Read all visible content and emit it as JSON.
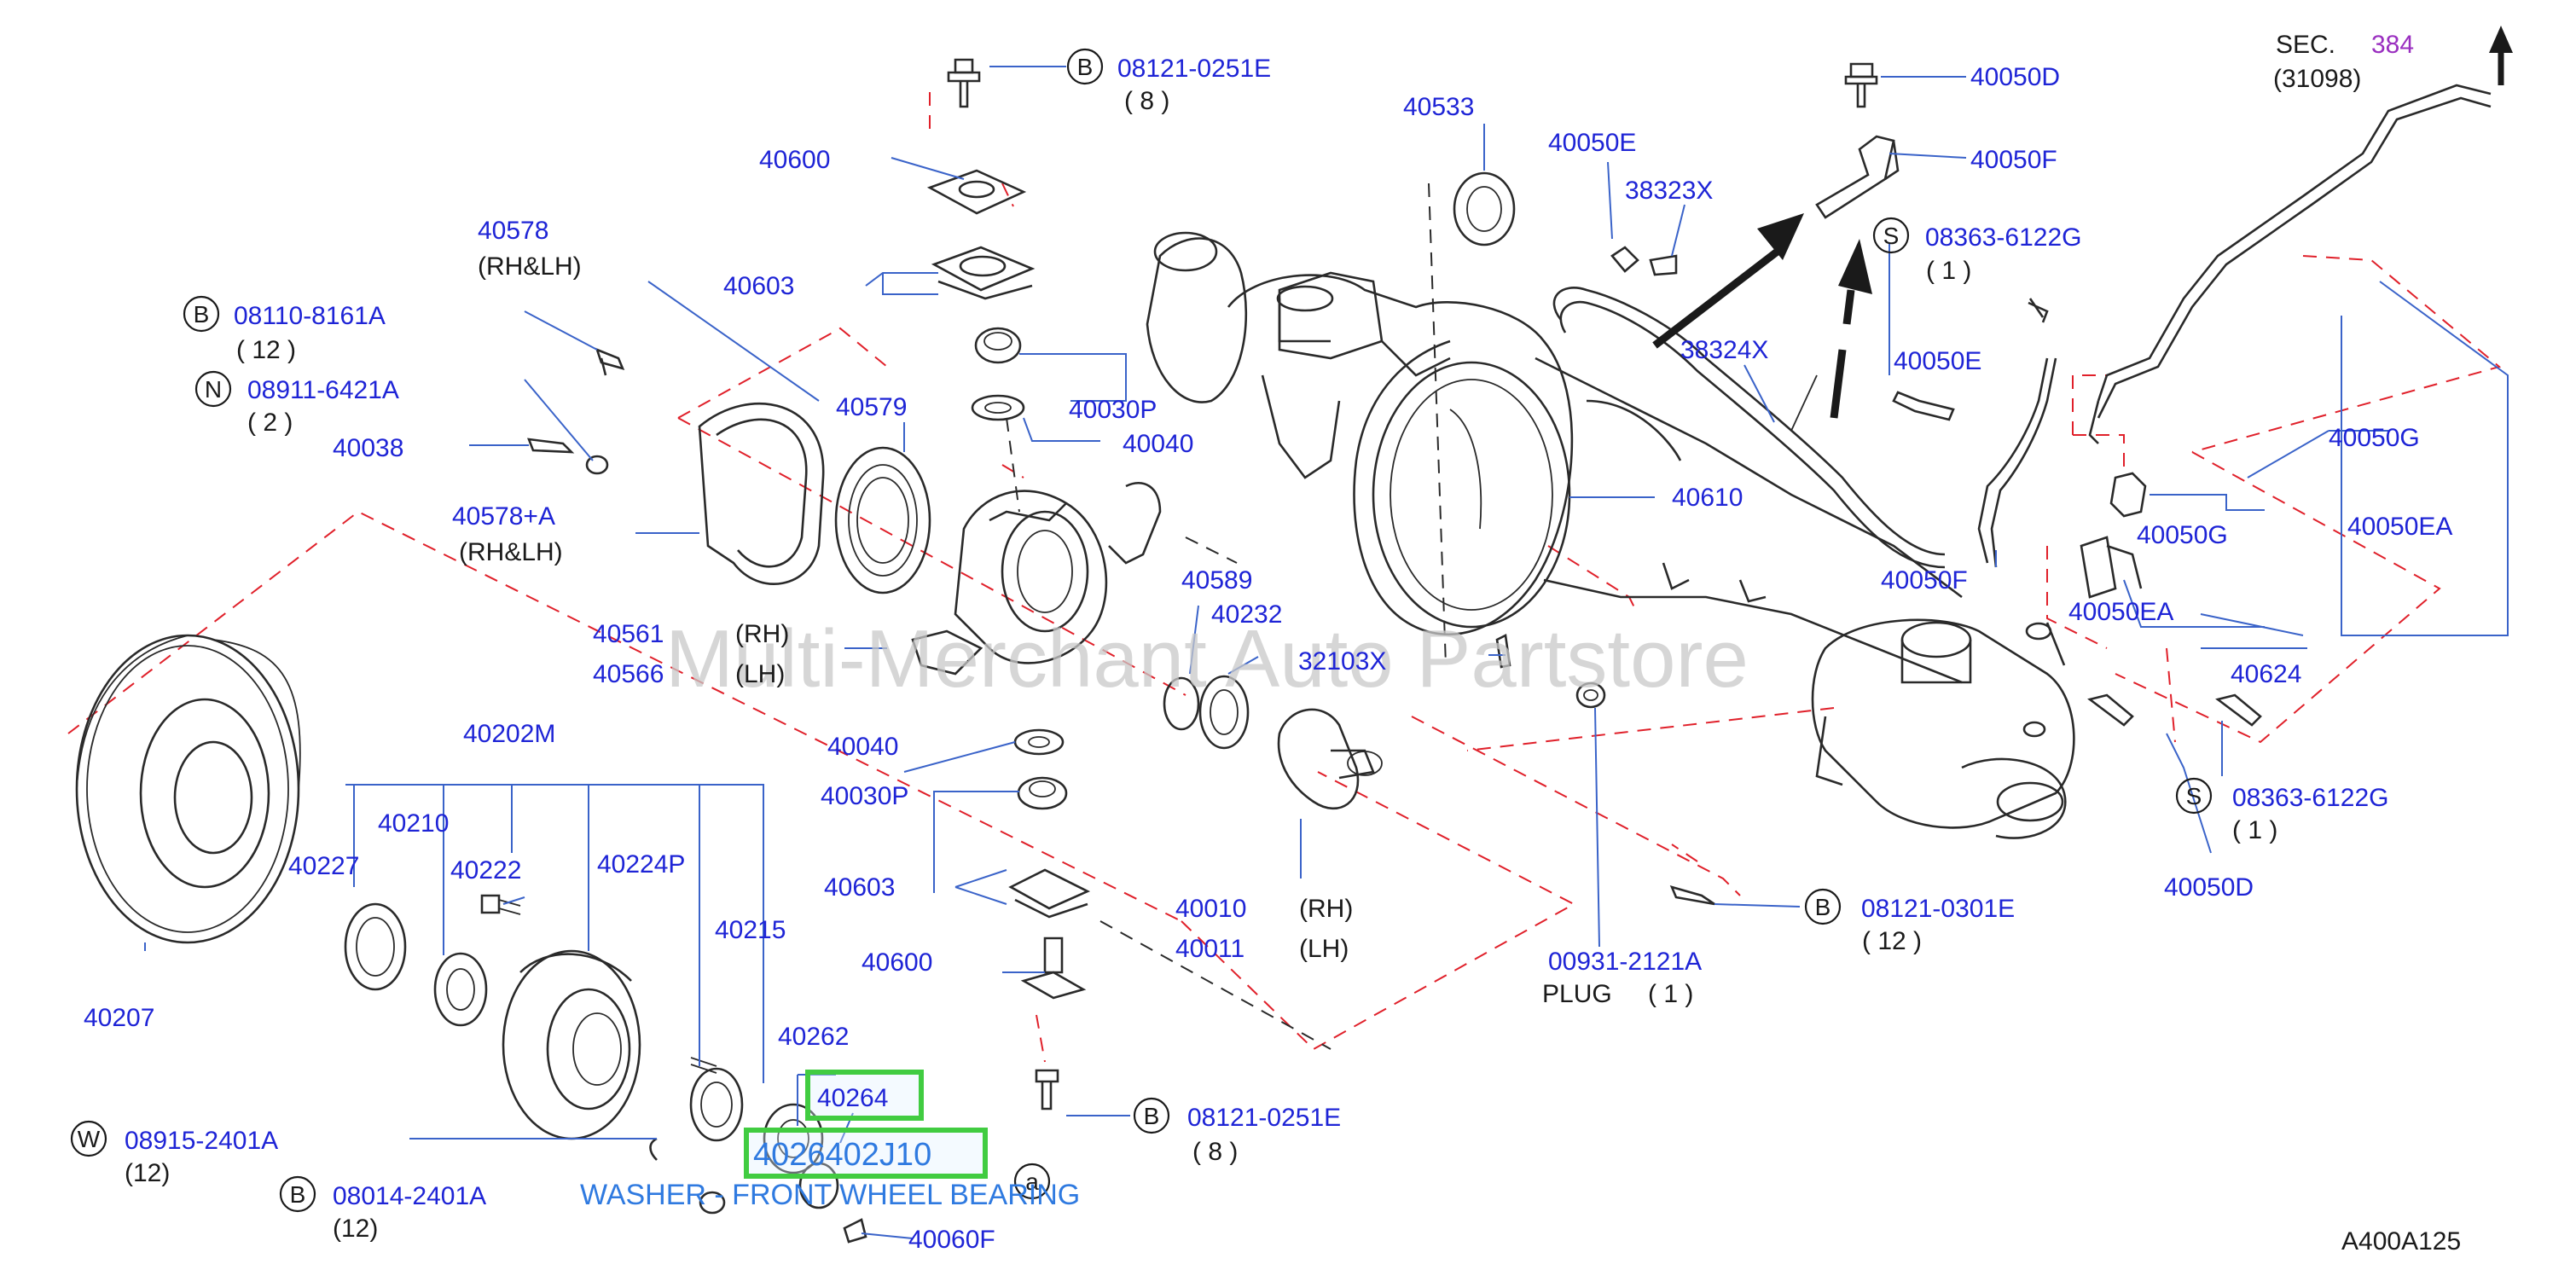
{
  "colors": {
    "label": "#1e24d6",
    "leader": "#3a63c9",
    "dash": "#e0202a",
    "black": "#1a1a1a",
    "purple": "#9a2fc0",
    "highlight": "#41cc41",
    "watermark": "#c8c8c8",
    "tooltip": "#2f7ae0"
  },
  "watermark": "Multi-Merchant Auto Partstore",
  "diagram_code": "A400A125",
  "sec_ref": {
    "prefix": "SEC.",
    "number": "384",
    "sub": "(31098)"
  },
  "highlight": {
    "part_number": "40264",
    "item_code": "4026402J10",
    "tooltip": "WASHER - FRONT WHEEL BEARING"
  },
  "labels": {
    "bolt_top": "08121-0251E",
    "bolt_top_qty": "( 8 )",
    "p40600_top": "40600",
    "p40603_top": "40603",
    "p40578": "40578",
    "rh_lh_1": "(RH&LH)",
    "bolt_8110": "08110-8161A",
    "bolt_8110_qty": "( 12 )",
    "nut_8911": "08911-6421A",
    "nut_8911_qty": "( 2 )",
    "p40038": "40038",
    "p40578a": "40578+A",
    "rh_lh_2": "(RH&LH)",
    "p40579": "40579",
    "p40030p_top": "40030P",
    "p40040_top": "40040",
    "p40533": "40533",
    "p40050e_top": "40050E",
    "p38323x": "38323X",
    "p40050d_top": "40050D",
    "p40050f_top": "40050F",
    "bolt_8363_top": "08363-6122G",
    "bolt_8363_top_qty": "( 1 )",
    "p38324x": "38324X",
    "p40050e_mid": "40050E",
    "p40610": "40610",
    "p40050g_right": "40050G",
    "p40050g_mid": "40050G",
    "p40050ea_right": "40050EA",
    "p40050ea_mid": "40050EA",
    "p40050f_mid": "40050F",
    "p40624": "40624",
    "bolt_8363_bot": "08363-6122G",
    "bolt_8363_bot_qty": "( 1 )",
    "p40050d_bot": "40050D",
    "p40589": "40589",
    "p40232": "40232",
    "p32103x": "32103X",
    "p40561": "40561",
    "rh_1": "(RH)",
    "p40566": "40566",
    "lh_1": "(LH)",
    "p40202m": "40202M",
    "p40210": "40210",
    "p40227": "40227",
    "p40222": "40222",
    "p40224p": "40224P",
    "p40215": "40215",
    "p40207": "40207",
    "p40040_bot": "40040",
    "p40030p_bot": "40030P",
    "p40603_bot": "40603",
    "p40600_bot": "40600",
    "p40262": "40262",
    "p40010": "40010",
    "rh_2": "(RH)",
    "p40011": "40011",
    "lh_2": "(LH)",
    "bolt_8121_301": "08121-0301E",
    "bolt_8121_301_qty": "( 12 )",
    "plug_num": "00931-2121A",
    "plug_text": "PLUG",
    "plug_qty": "( 1 )",
    "bolt_bot": "08121-0251E",
    "bolt_bot_qty": "( 8 )",
    "washer_8915": "08915-2401A",
    "washer_8915_qty": "(12)",
    "bolt_8014": "08014-2401A",
    "bolt_8014_qty": "(12)",
    "p40060f": "40060F"
  },
  "symbols": {
    "b1": "B",
    "b2": "B",
    "n1": "N",
    "s1": "S",
    "s2": "S",
    "b3": "B",
    "b4": "B",
    "w1": "W",
    "b5": "B",
    "a1": "a"
  }
}
